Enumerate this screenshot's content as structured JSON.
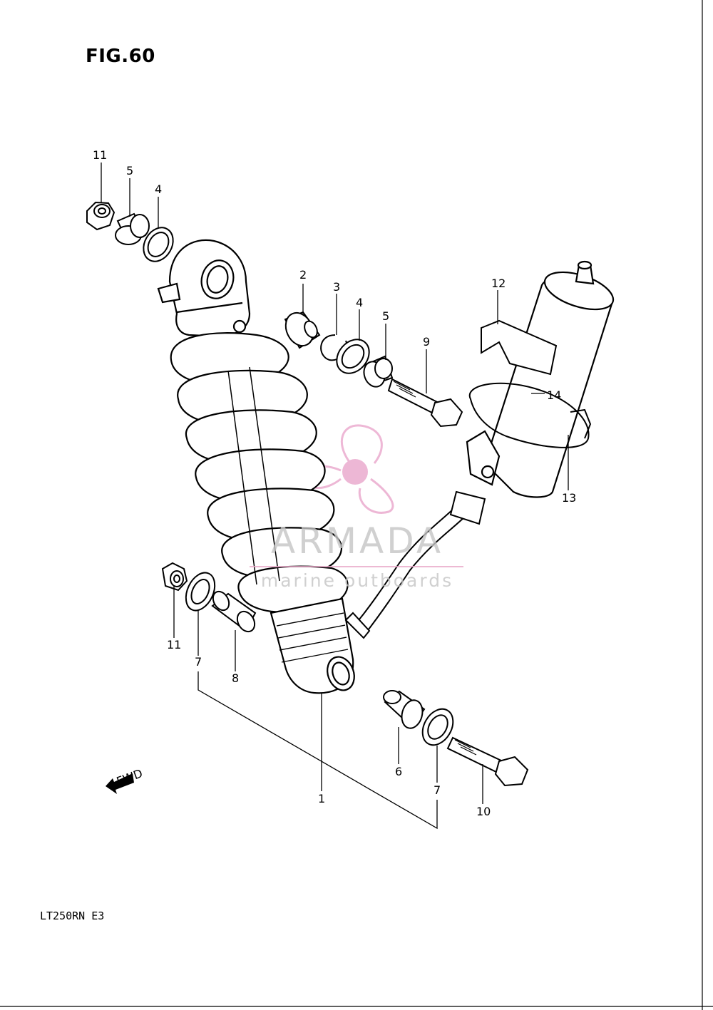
{
  "figure": {
    "title": "FIG.60",
    "model_code": "LT250RN  E3"
  },
  "fwd_label": "FWD",
  "watermark": {
    "name": "ARMADA",
    "tagline": "marine outboards",
    "accent_color": "#e8a0c8"
  },
  "callouts": [
    {
      "part": "part-callout-11-top",
      "text": "11"
    },
    {
      "part": "part-callout-5-top",
      "text": "5"
    },
    {
      "part": "part-callout-4-top",
      "text": "4"
    },
    {
      "part": "part-callout-2",
      "text": "2"
    },
    {
      "part": "part-callout-3",
      "text": "3"
    },
    {
      "part": "part-callout-4-mid",
      "text": "4"
    },
    {
      "part": "part-callout-5-mid",
      "text": "5"
    },
    {
      "part": "part-callout-9",
      "text": "9"
    },
    {
      "part": "part-callout-12",
      "text": "12"
    },
    {
      "part": "part-callout-14",
      "text": "14"
    },
    {
      "part": "part-callout-13",
      "text": "13"
    },
    {
      "part": "part-callout-11-bottom",
      "text": "11"
    },
    {
      "part": "part-callout-7-left",
      "text": "7"
    },
    {
      "part": "part-callout-8",
      "text": "8"
    },
    {
      "part": "part-callout-1",
      "text": "1"
    },
    {
      "part": "part-callout-6",
      "text": "6"
    },
    {
      "part": "part-callout-7-right",
      "text": "7"
    },
    {
      "part": "part-callout-10",
      "text": "10"
    }
  ]
}
